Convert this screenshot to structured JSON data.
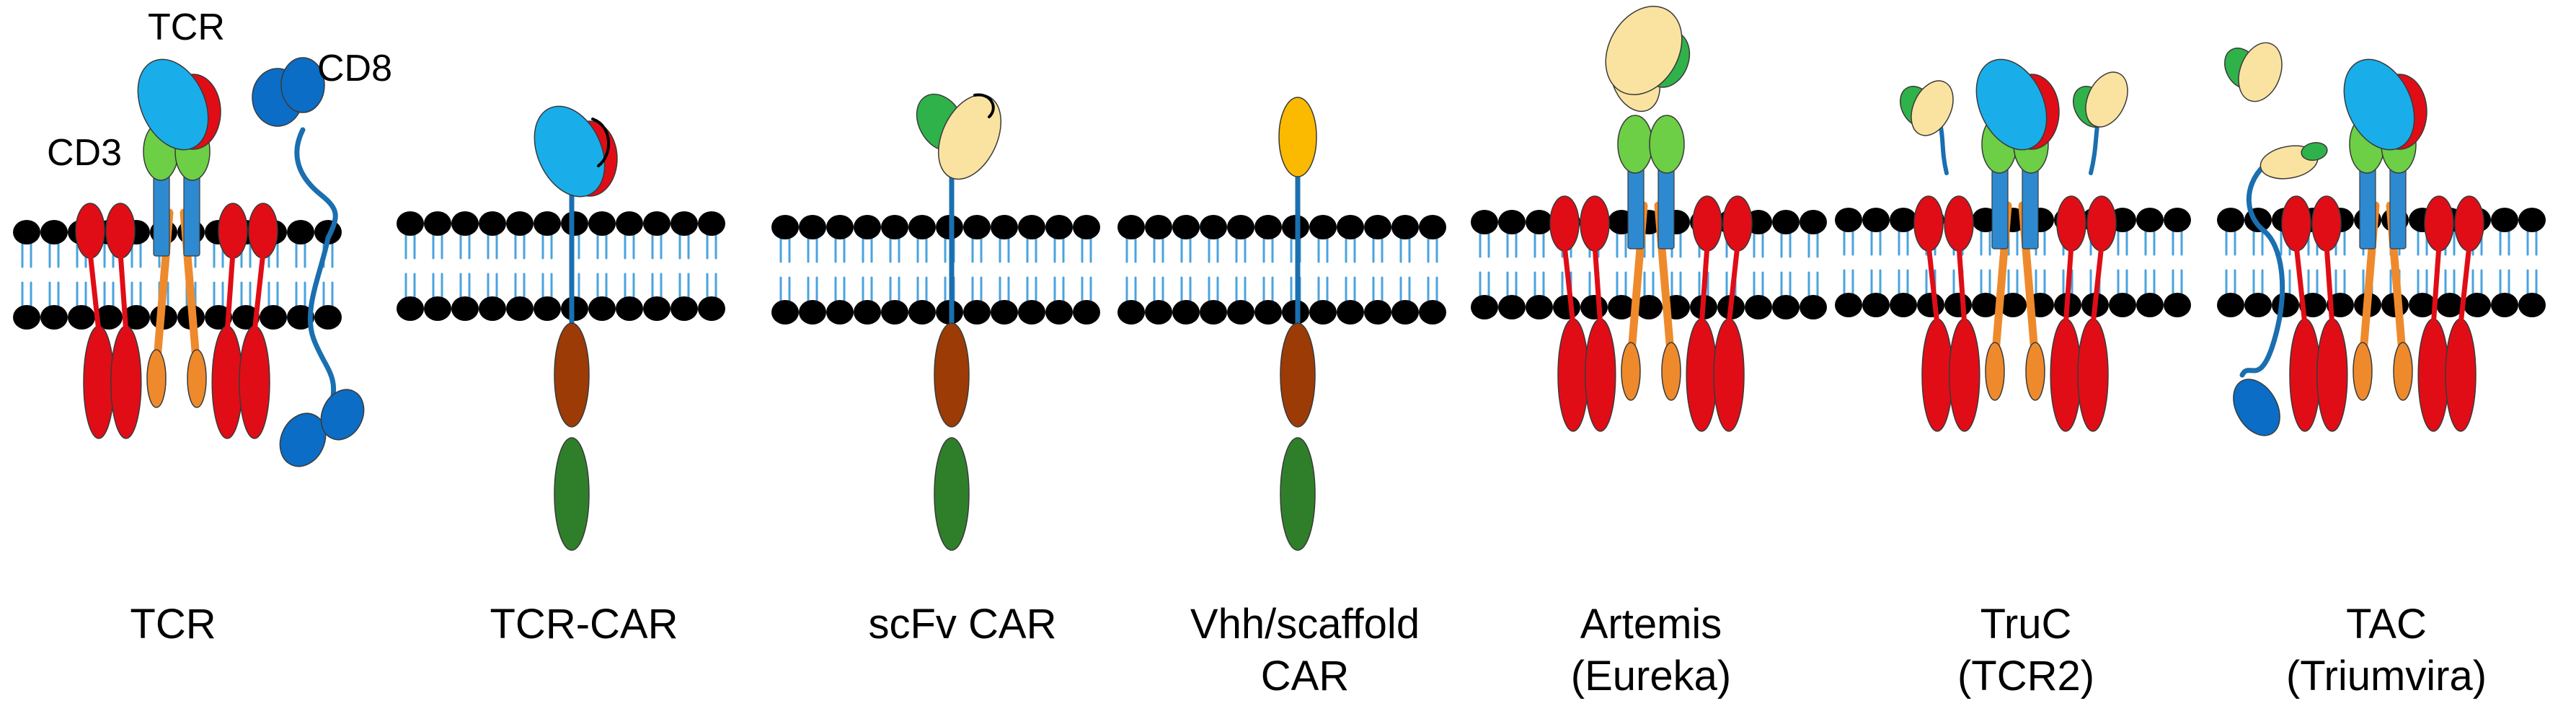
{
  "annotations": {
    "tcr": "TCR",
    "cd8": "CD8",
    "cd3": "CD3"
  },
  "captions": [
    {
      "line1": "TCR",
      "line2": ""
    },
    {
      "line1": "TCR-CAR",
      "line2": ""
    },
    {
      "line1": "scFv CAR",
      "line2": ""
    },
    {
      "line1": "Vhh/scaffold",
      "line2": "CAR"
    },
    {
      "line1": "Artemis",
      "line2": "(Eureka)"
    },
    {
      "line1": "TruC",
      "line2": "(TCR2)"
    },
    {
      "line1": "TAC",
      "line2": "(Triumvira)"
    }
  ],
  "colors": {
    "lipid_head": "#000000",
    "lipid_tail": "#4aa3df",
    "cd3_red": "#e00d16",
    "tcr_cyan": "#19aee9",
    "tcr_green": "#6ccf45",
    "tcr_tm_blue": "#2d8ad0",
    "cd3_orange": "#ee8a2c",
    "cd8_blue": "#0b6dc5",
    "linker_blue": "#1a6fb0",
    "scfv_yellow": "#fae3a0",
    "scfv_green": "#2fb24a",
    "vhh_gold": "#fbb900",
    "costim_brown": "#9c3b06",
    "signal_green": "#2f7f2a"
  }
}
